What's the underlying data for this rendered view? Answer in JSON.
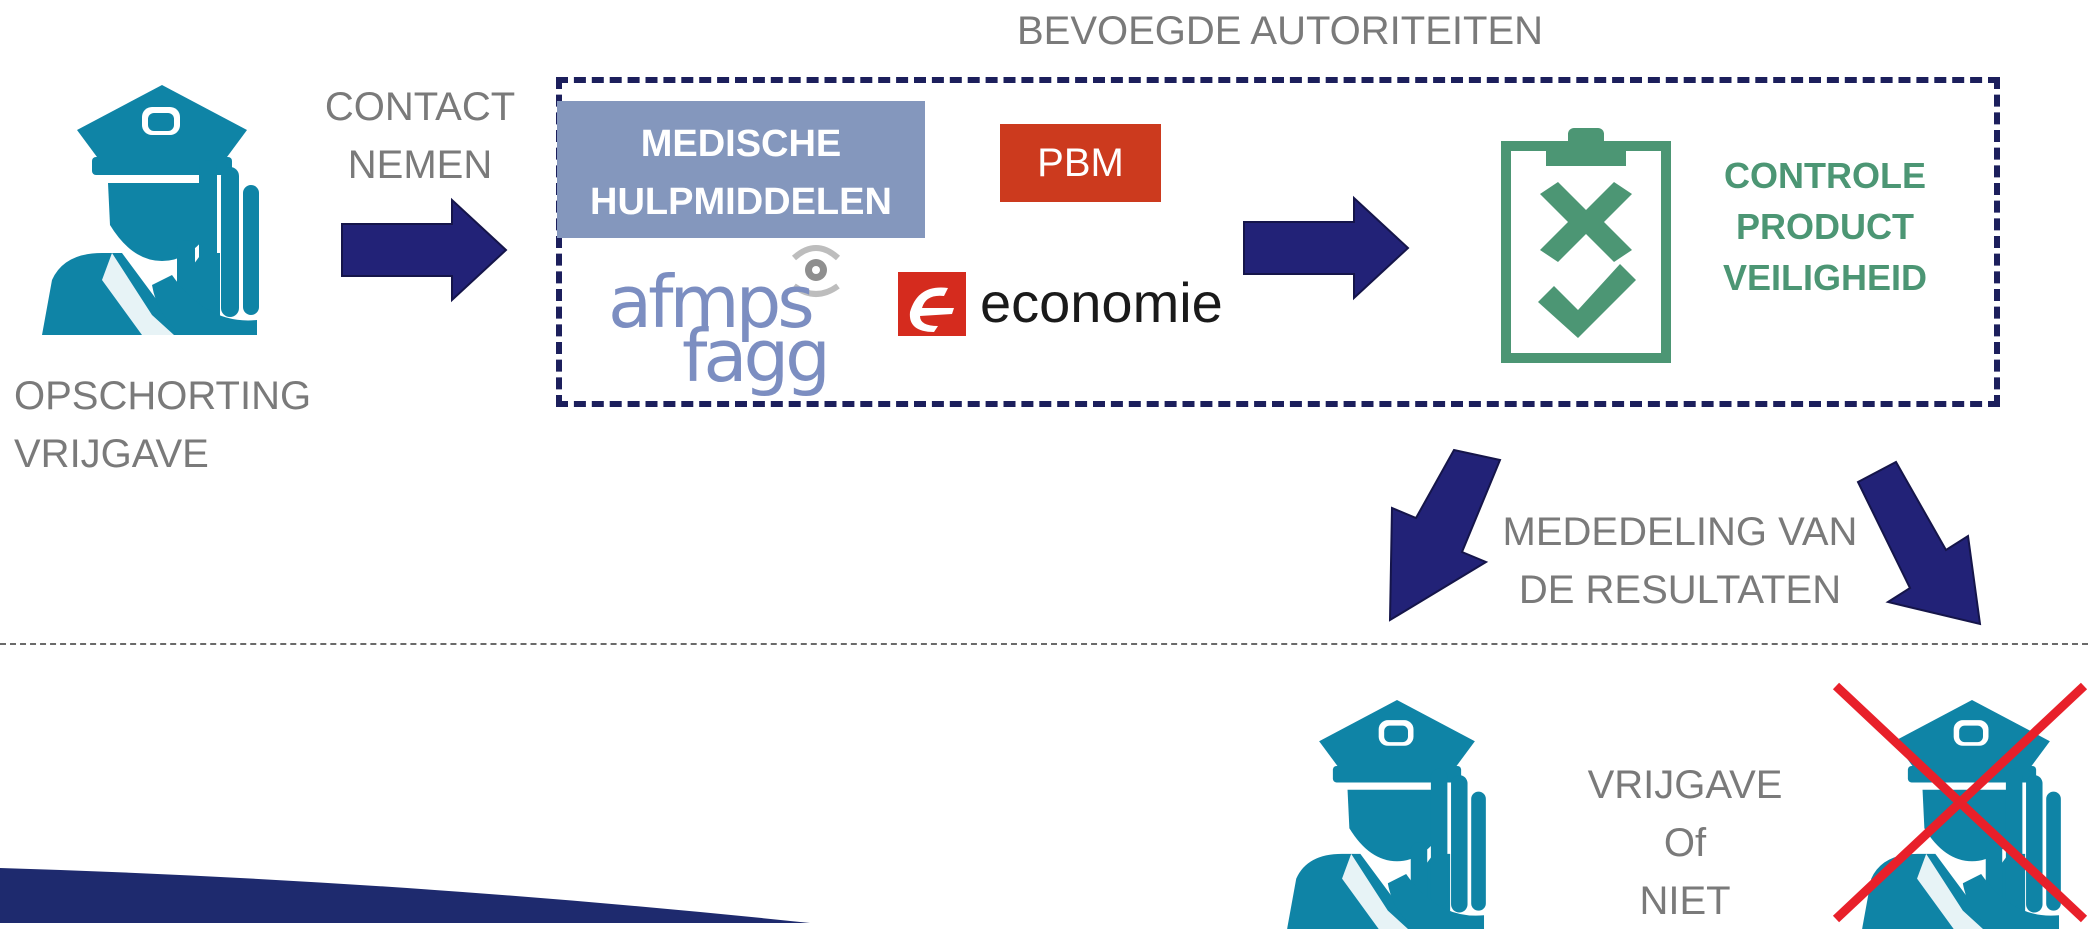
{
  "authorities_title": "BEVOEGDE AUTORITEITEN",
  "contact_label": [
    "CONTACT",
    "NEMEN"
  ],
  "suspension_label": [
    "OPSCHORTING",
    "VRIJGAVE"
  ],
  "medical_devices_label": [
    "MEDISCHE",
    "HULPMIDDELEN"
  ],
  "pbm_label": "PBM",
  "afmps_logo": {
    "line1": "afmps",
    "line2": "fagg",
    "color": "#7c8ec1"
  },
  "economie_logo": {
    "text": "economie",
    "accent": "#d52b1e"
  },
  "control_label": [
    "CONTROLE",
    "PRODUCT",
    "VEILIGHEID"
  ],
  "results_label": [
    "MEDEDELING VAN",
    "DE RESULTATEN"
  ],
  "release_label": [
    "VRIJGAVE",
    "Of",
    "NIET"
  ],
  "colors": {
    "police": "#0f84a6",
    "arrow": "#222277",
    "dashed_border": "#1c1f5c",
    "medical_box": "#8497bd",
    "pbm_box": "#cc3a1e",
    "control_green": "#4c9674",
    "reject_cross": "#e8202a",
    "label_gray": "#7a7a7a"
  },
  "icons": [
    "police-officer-icon",
    "clipboard-check-icon",
    "arrow-right-icon",
    "arrow-down-left-icon",
    "arrow-down-right-icon",
    "red-cross-icon"
  ]
}
